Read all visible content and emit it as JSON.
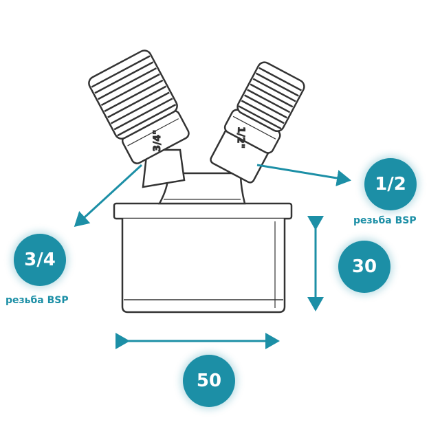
{
  "colors": {
    "accent": "#1c8fa6",
    "outline": "#333333",
    "fill": "#ffffff"
  },
  "labels": {
    "large_thread_marking": "3/4\"",
    "small_thread_marking": "1/2\""
  },
  "callouts": {
    "large_outlet": {
      "value": "3/4",
      "caption": "резьба BSP"
    },
    "small_outlet": {
      "value": "1/2",
      "caption": "резьба BSP"
    },
    "height": {
      "value": "30"
    },
    "width": {
      "value": "50"
    }
  }
}
